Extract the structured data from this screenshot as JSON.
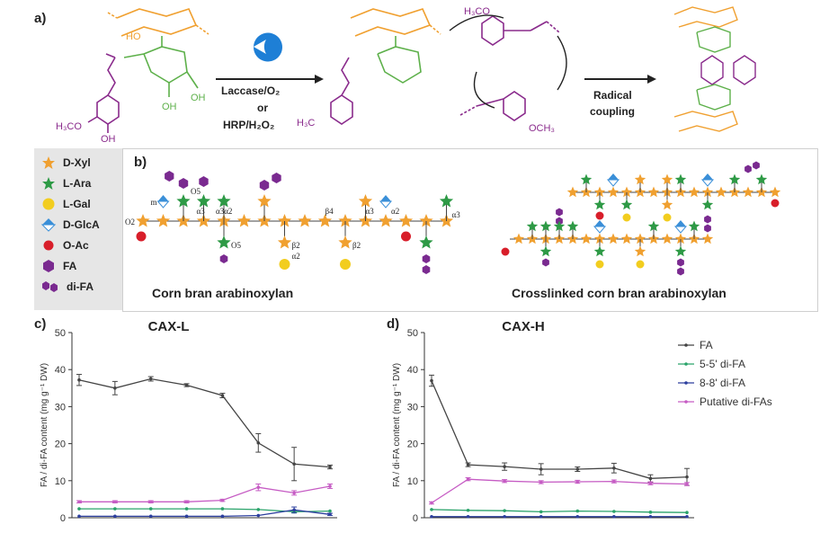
{
  "panel_a": {
    "label": "a)",
    "enzymes": "Laccase/O₂",
    "or": "or",
    "hrp": "HRP/H₂O₂",
    "coupling_1": "Radical",
    "coupling_2": "coupling",
    "oh_1": "HO",
    "oh_2": "OH",
    "oh_3": "OH",
    "methoxy": "H₃CO",
    "oh_phenol": "OH",
    "methoxy_2": "H₃C",
    "methoxy_3": "H₃CO",
    "och3": "OCH₃",
    "colors": {
      "xylose": "#f0a030",
      "arabinose": "#5db04a",
      "ferulate": "#8a2b8c",
      "enzyme": "#1e7fd6"
    }
  },
  "legend": {
    "items": [
      {
        "label": "D-Xyl",
        "icon": "orange-star-icon",
        "color": "#f0a030"
      },
      {
        "label": "L-Ara",
        "icon": "green-star-icon",
        "color": "#2e9a46"
      },
      {
        "label": "L-Gal",
        "icon": "yellow-circle-icon",
        "color": "#f2cd1f"
      },
      {
        "label": "D-GlcA",
        "icon": "half-diamond-icon",
        "color": "#3a8fd8"
      },
      {
        "label": "O-Ac",
        "icon": "red-circle-icon",
        "color": "#d81e2a"
      },
      {
        "label": "FA",
        "icon": "purple-hexagon-icon",
        "color": "#7a2a90"
      },
      {
        "label": "di-FA",
        "icon": "double-hexagon-icon",
        "color": "#7a2a90"
      }
    ]
  },
  "panel_b": {
    "label": "b)",
    "left_caption": "Corn bran arabinoxylan",
    "right_caption": "Crosslinked corn bran arabinoxylan",
    "linkages": [
      "O5",
      "α3",
      "α3α2",
      "β4",
      "α3",
      "α2",
      "α3",
      "O2",
      "O5",
      "β2",
      "α2",
      "β2",
      "m"
    ]
  },
  "chart_data": [
    {
      "type": "line",
      "panel_label": "c)",
      "title": "CAX-L",
      "ylabel": "FA / di-FA content (mg g⁻¹ DW)",
      "ylim": [
        0,
        50
      ],
      "yticks": [
        0,
        10,
        20,
        30,
        40,
        50
      ],
      "x": [
        1,
        2,
        3,
        4,
        5,
        6,
        7,
        8
      ],
      "series": [
        {
          "name": "FA",
          "color": "#444444",
          "values": [
            37.2,
            35.0,
            37.5,
            35.8,
            33.0,
            20.2,
            14.5,
            13.7
          ],
          "err": [
            1.5,
            1.8,
            0.6,
            0.4,
            0.6,
            2.5,
            4.5,
            0.5
          ]
        },
        {
          "name": "5-5' di-FA",
          "color": "#2aa36a",
          "values": [
            2.4,
            2.4,
            2.4,
            2.4,
            2.4,
            2.2,
            1.6,
            1.8
          ],
          "err": [
            0.2,
            0.2,
            0.2,
            0.2,
            0.2,
            0.2,
            0.3,
            0.2
          ]
        },
        {
          "name": "8-8' di-FA",
          "color": "#2c3f9e",
          "values": [
            0.4,
            0.4,
            0.4,
            0.4,
            0.4,
            0.6,
            2.1,
            0.9
          ],
          "err": [
            0.1,
            0.1,
            0.1,
            0.1,
            0.1,
            0.2,
            0.8,
            0.3
          ]
        },
        {
          "name": "Putative di-FAs",
          "color": "#c65cc4",
          "values": [
            4.3,
            4.3,
            4.3,
            4.3,
            4.7,
            8.2,
            6.7,
            8.5
          ],
          "err": [
            0.3,
            0.3,
            0.3,
            0.3,
            0.3,
            0.9,
            0.6,
            0.6
          ]
        }
      ]
    },
    {
      "type": "line",
      "panel_label": "d)",
      "title": "CAX-H",
      "ylabel": "FA / di-FA content (mg g⁻¹ DW)",
      "ylim": [
        0,
        50
      ],
      "yticks": [
        0,
        10,
        20,
        30,
        40,
        50
      ],
      "x": [
        1,
        2,
        3,
        4,
        5,
        6,
        7,
        8
      ],
      "series": [
        {
          "name": "FA",
          "color": "#444444",
          "values": [
            37.0,
            14.3,
            13.8,
            13.1,
            13.1,
            13.4,
            10.6,
            11.0
          ],
          "err": [
            1.5,
            0.5,
            1.0,
            1.5,
            0.6,
            1.3,
            1.0,
            2.3
          ]
        },
        {
          "name": "5-5' di-FA",
          "color": "#2aa36a",
          "values": [
            2.2,
            2.0,
            1.9,
            1.6,
            1.8,
            1.7,
            1.5,
            1.4
          ],
          "err": [
            0.2,
            0.2,
            0.2,
            0.2,
            0.2,
            0.2,
            0.2,
            0.2
          ]
        },
        {
          "name": "8-8' di-FA",
          "color": "#2c3f9e",
          "values": [
            0.3,
            0.3,
            0.3,
            0.3,
            0.3,
            0.3,
            0.3,
            0.3
          ],
          "err": [
            0.1,
            0.1,
            0.1,
            0.1,
            0.1,
            0.1,
            0.1,
            0.1
          ]
        },
        {
          "name": "Putative di-FAs",
          "color": "#c65cc4",
          "values": [
            4.0,
            10.4,
            9.9,
            9.6,
            9.7,
            9.8,
            9.3,
            9.1
          ],
          "err": [
            0.3,
            0.4,
            0.4,
            0.4,
            0.4,
            0.4,
            0.4,
            0.4
          ]
        }
      ],
      "legend_position": "top-right"
    }
  ]
}
